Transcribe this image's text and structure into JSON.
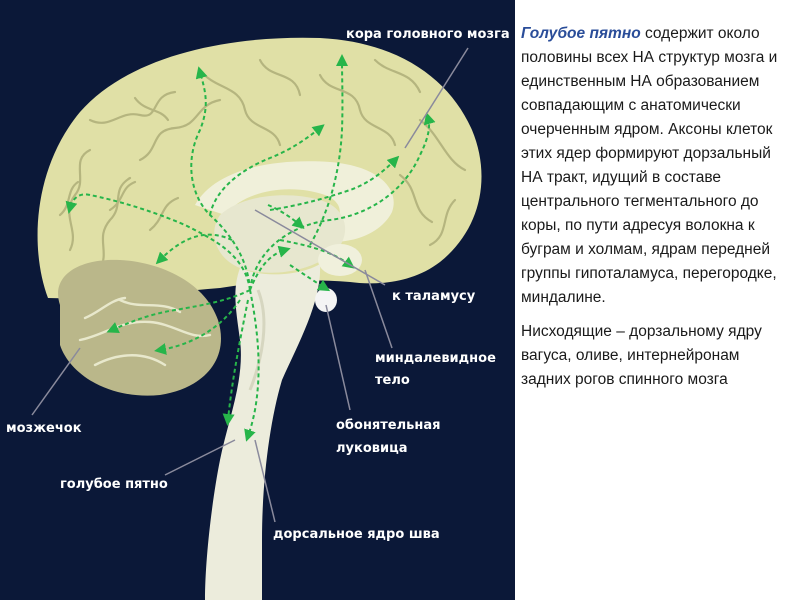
{
  "labels": {
    "cortex": "кора головного мозга",
    "thalamus": "к таламусу",
    "amygdala_1": "миндалевидное",
    "amygdala_2": "тело",
    "cerebellum": "мозжечок",
    "olfactory_1": "обонятельная",
    "olfactory_2": "луковица",
    "locus": "голубое пятно",
    "raphe": "дорсальное ядро шва"
  },
  "text": {
    "highlight": "Голубое пятно ",
    "para1": "содержит около половины всех НА структур мозга и единственным НА образованием совпадающим с анатомически очерченным ядром. Аксоны клеток этих ядер формируют дорзальный НА тракт, идущий в составе центрального тегментального до коры, по пути адресуя волокна к буграм и холмам, ядрам передней группы гипоталамуса, перегородке, миндалине.",
    "para2": "Нисходящие – дорзальному ядру вагуса, оливе, интернейронам задних рогов спинного мозга"
  },
  "colors": {
    "background": "#0b1838",
    "cortex": "#e0e0a6",
    "cortex_shadow": "#b5b57f",
    "cerebellum": "#bab78a",
    "brainstem": "#ececdc",
    "pathway": "#27b54a",
    "highlight": "#2a4d99"
  }
}
